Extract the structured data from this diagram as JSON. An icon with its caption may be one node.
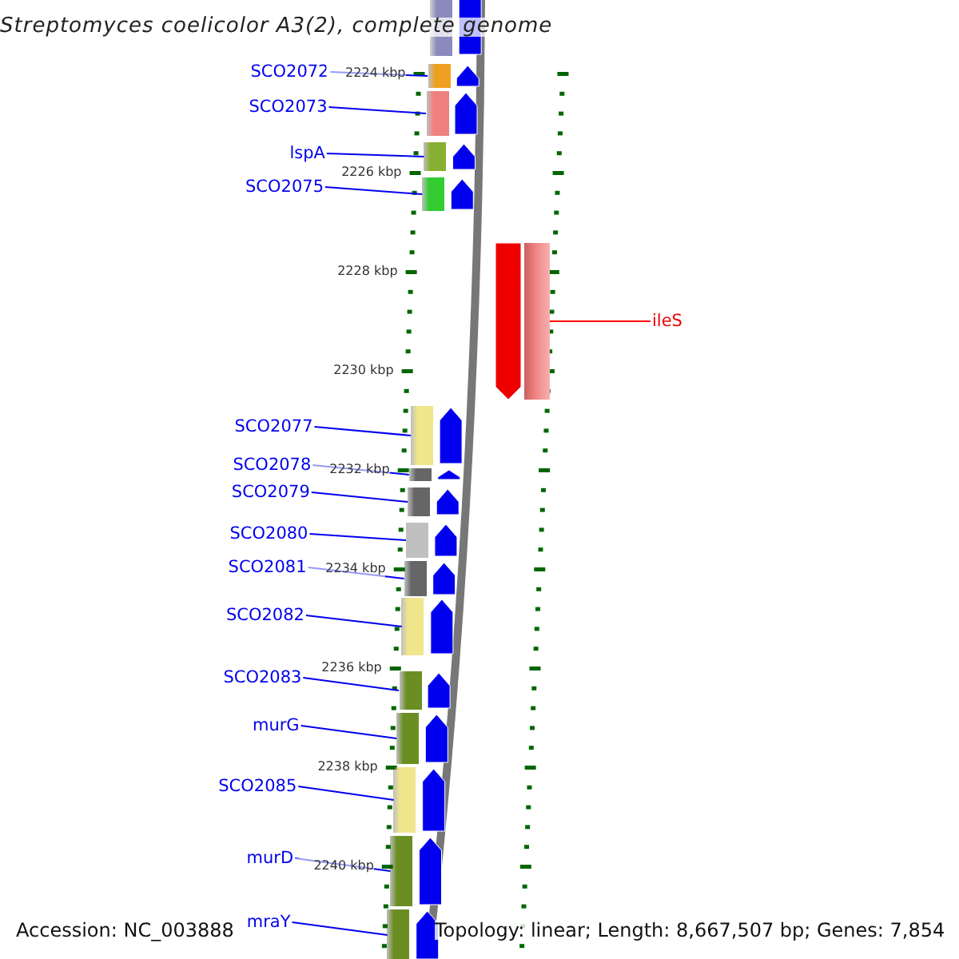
{
  "diagram": {
    "title": "Streptomyces coelicolor A3(2), complete genome",
    "nodes": [
      {
        "text": [],
        "shape": "bar"
      },
      {
        "text": [
          "SCO2072"
        ]
      },
      {
        "text": [],
        "shape": "bar"
      },
      {
        "text": [
          "SCO2073"
        ]
      },
      {
        "text": [],
        "shape": "bar"
      },
      {
        "text": [
          "lspA"
        ]
      },
      {
        "text": [],
        "shape": "bar"
      },
      {
        "text": [
          "SCO2075"
        ]
      },
      {
        "text": [],
        "shape": "bar"
      },
      {
        "text": [
          "ileS"
        ]
      },
      {
        "text": [],
        "shape": "bar"
      },
      {
        "text": [
          "SCO2077"
        ]
      },
      {
        "text": [],
        "shape": "bar"
      },
      {
        "text": [
          "SCO2078"
        ]
      },
      {
        "text": [],
        "shape": "bar"
      },
      {
        "text": [
          "SCO2079"
        ]
      },
      {
        "text": [],
        "shape": "bar"
      },
      {
        "text": [
          "SCO2080"
        ]
      },
      {
        "text": [],
        "shape": "bar"
      },
      {
        "text": [
          "SCO2081"
        ]
      },
      {
        "text": [],
        "shape": "bar"
      },
      {
        "text": [
          "SCO2082"
        ]
      },
      {
        "text": [],
        "shape": "bar"
      },
      {
        "text": [
          "SCO2083"
        ]
      },
      {
        "text": [],
        "shape": "bar"
      },
      {
        "text": [
          "murG"
        ]
      },
      {
        "text": [],
        "shape": "bar"
      },
      {
        "text": [
          "SCO2085"
        ]
      },
      {
        "text": [],
        "shape": "bar"
      },
      {
        "text": [
          "murD"
        ]
      },
      {
        "text": [],
        "shape": "bar"
      },
      {
        "text": [
          "mraY"
        ]
      },
      {
        "text": [],
        "shape": "bar"
      }
    ],
    "edges": [
      {
        "from": 1,
        "to": 2,
        "arrow": "none"
      },
      {
        "from": 3,
        "to": 4,
        "arrow": "none"
      },
      {
        "from": 5,
        "to": 6,
        "arrow": "none"
      },
      {
        "from": 7,
        "to": 8,
        "arrow": "none"
      },
      {
        "from": 9,
        "to": 10,
        "arrow": "none",
        "color": "#ff0000"
      },
      {
        "from": 11,
        "to": 12,
        "arrow": "none"
      },
      {
        "from": 13,
        "to": 14,
        "arrow": "none"
      },
      {
        "from": 15,
        "to": 16,
        "arrow": "none"
      },
      {
        "from": 17,
        "to": 18,
        "arrow": "none"
      },
      {
        "from": 19,
        "to": 20,
        "arrow": "none"
      },
      {
        "from": 21,
        "to": 22,
        "arrow": "none"
      },
      {
        "from": 23,
        "to": 24,
        "arrow": "none"
      },
      {
        "from": 25,
        "to": 26,
        "arrow": "none"
      },
      {
        "from": 27,
        "to": 28,
        "arrow": "none"
      },
      {
        "from": 29,
        "to": 30,
        "arrow": "none"
      },
      {
        "from": 31,
        "to": 32,
        "arrow": "none"
      }
    ],
    "labels": [
      "2224 kbp",
      "2226 kbp",
      "2228 kbp",
      "2230 kbp",
      "2232 kbp",
      "2234 kbp",
      "2236 kbp",
      "2238 kbp",
      "2240 kbp",
      "Accession: NC_003888",
      "Topology: linear; Length: 8,667,507 bp; Genes: 7,854"
    ]
  }
}
